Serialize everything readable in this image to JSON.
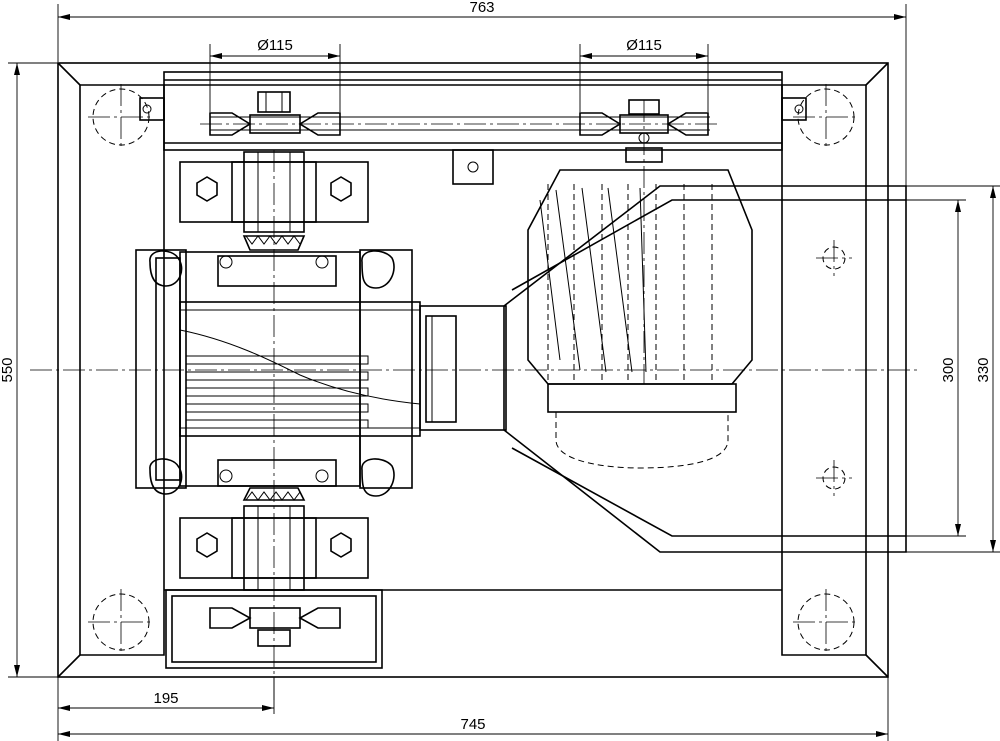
{
  "dimensions": {
    "overall_width": "763",
    "base_width": "745",
    "base_height": "550",
    "pulley_diameter_left": "Ø115",
    "pulley_diameter_right": "Ø115",
    "offset_195": "195",
    "motor_span_300": "300",
    "motor_span_330": "330"
  }
}
